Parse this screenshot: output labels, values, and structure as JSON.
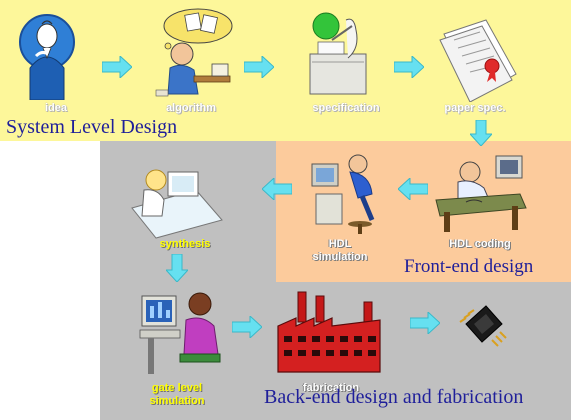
{
  "regions": {
    "system_level": "System Level Design",
    "front_end": "Front-end design",
    "back_end": "Back-end design and fabrication"
  },
  "stages": {
    "idea": "idea",
    "algorithm": "algorithm",
    "specification": "specification",
    "paper_spec": "paper spec.",
    "hdl_coding": "HDL coding",
    "hdl_simulation_line1": "HDL",
    "hdl_simulation_line2": "simulation",
    "synthesis": "synthesis",
    "gate_level_line1": "gate level",
    "gate_level_line2": "simulation",
    "fabrication": "fabrication"
  },
  "colors": {
    "system_level_bg": "#fdf79a",
    "front_end_bg": "#fccb9c",
    "back_end_bg": "#c0c0c0",
    "arrow": "#66e0f0",
    "title_text": "#1f1f9a"
  },
  "icons": [
    "thinking-man-icon",
    "brainstorming-man-icon",
    "writer-desk-icon",
    "sealed-document-icon",
    "programmer-desk-icon",
    "debugging-man-icon",
    "synthesis-woman-icon",
    "computer-woman-icon",
    "factory-icon",
    "microchip-icon"
  ]
}
